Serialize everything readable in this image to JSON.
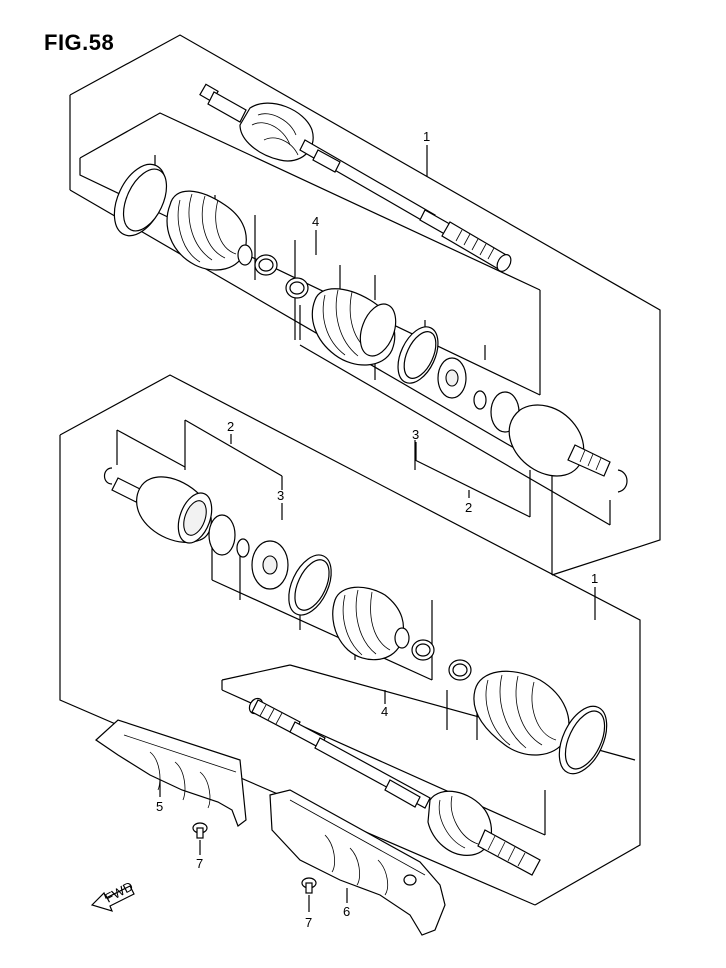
{
  "figure": {
    "title": "FIG.58"
  },
  "callouts": {
    "upper_assembly": "1",
    "upper_joint_kit": "2",
    "upper_boot_kit": "3",
    "upper_band_kit": "4",
    "lower_joint_kit": "2",
    "lower_boot_kit": "3",
    "lower_assembly": "1",
    "lower_band_kit": "4",
    "shield_left": "5",
    "shield_right": "6",
    "bolt_left": "7",
    "bolt_right": "7"
  },
  "direction_arrow": {
    "label": "FWD"
  },
  "icons": {
    "arrow": "fwd-arrow-icon"
  }
}
